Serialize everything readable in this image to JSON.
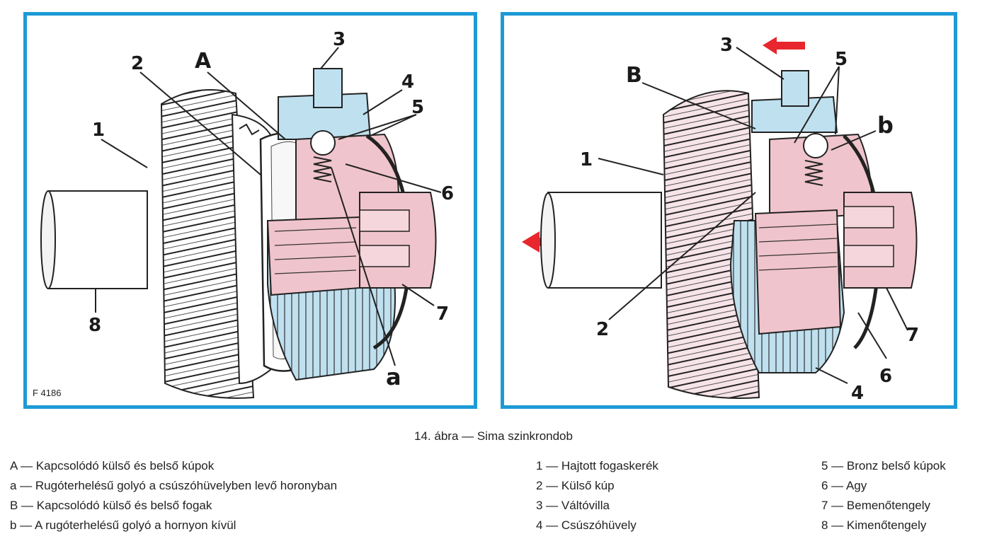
{
  "figure": {
    "code": "F 4186",
    "caption": "14. ábra — Sima szinkrondob"
  },
  "left_panel": {
    "labels": {
      "n1": "1",
      "n2": "2",
      "n3": "3",
      "n4": "4",
      "n5": "5",
      "n6": "6",
      "n7": "7",
      "n8": "8",
      "A": "A",
      "a": "a"
    }
  },
  "right_panel": {
    "labels": {
      "n1": "1",
      "n2": "2",
      "n3": "3",
      "n4": "4",
      "n5": "5",
      "n6": "6",
      "n7": "7",
      "B": "B",
      "b": "b"
    }
  },
  "legend": {
    "left": [
      "A — Kapcsolódó külső és belső kúpok",
      "a — Rugóterhelésű golyó a csúszóhüvelyben levő horonyban",
      "B — Kapcsolódó külső és belső fogak",
      "b — A rugóterhelésű golyó a hornyon kívül"
    ],
    "middle": [
      "1 — Hajtott fogaskerék",
      "2 — Külső kúp",
      "3 — Váltóvilla",
      "4 — Csúszóhüvely"
    ],
    "right": [
      "5 — Bronz belső kúpok",
      "6 — Agy",
      "7 — Bemenőtengely",
      "8 — Kimenőtengely"
    ]
  },
  "colors": {
    "frame": "#1d9ad6",
    "pink": "#f0c4cc",
    "blue": "#bfe0ef",
    "arrow": "#e8262d"
  }
}
